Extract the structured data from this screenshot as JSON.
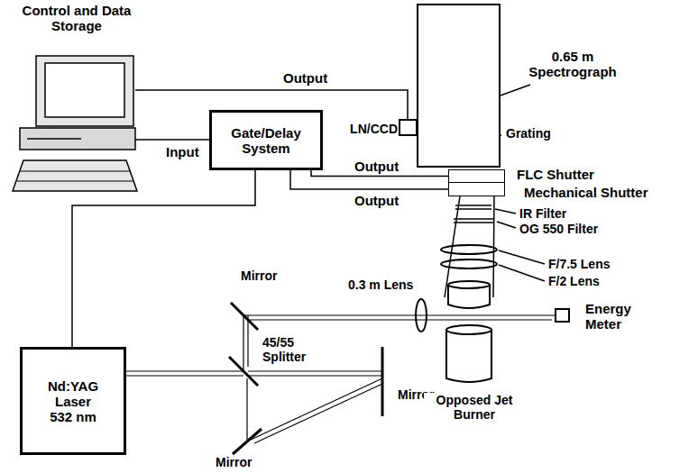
{
  "diagram": {
    "nodes": [
      {
        "text": [
          "Control and Data Storage"
        ]
      },
      {
        "text": [
          "Gate/Delay System"
        ]
      },
      {
        "text": [
          "0.65 m Spectrograph"
        ]
      },
      {
        "text": [
          "FLC Shutter"
        ]
      },
      {
        "text": [
          "Mechanical Shutter"
        ]
      },
      {
        "text": [
          "Nd:YAG Laser 532 nm"
        ]
      },
      {
        "text": [
          "Energy Meter"
        ]
      }
    ],
    "edges": [
      {
        "from": 0,
        "to": 1,
        "label": "Input",
        "arrow": "none"
      },
      {
        "from": 0,
        "to": 2,
        "label": "Output",
        "arrow": "none"
      },
      {
        "from": 1,
        "to": 3,
        "label": "Output",
        "arrow": "none"
      },
      {
        "from": 1,
        "to": 4,
        "label": "Output",
        "arrow": "none"
      },
      {
        "from": 1,
        "to": 5,
        "arrow": "none"
      },
      {
        "from": 5,
        "to": 6,
        "arrow": "none"
      }
    ],
    "labels": [
      "LN/CCD",
      "Grating",
      "IR Filter",
      "OG 550 Filter",
      "F/7.5 Lens",
      "F/2 Lens",
      "0.3 m Lens",
      "Mirror",
      "45/55 Splitter",
      "Mirror",
      "Mirror",
      "Opposed Jet Burner"
    ]
  }
}
